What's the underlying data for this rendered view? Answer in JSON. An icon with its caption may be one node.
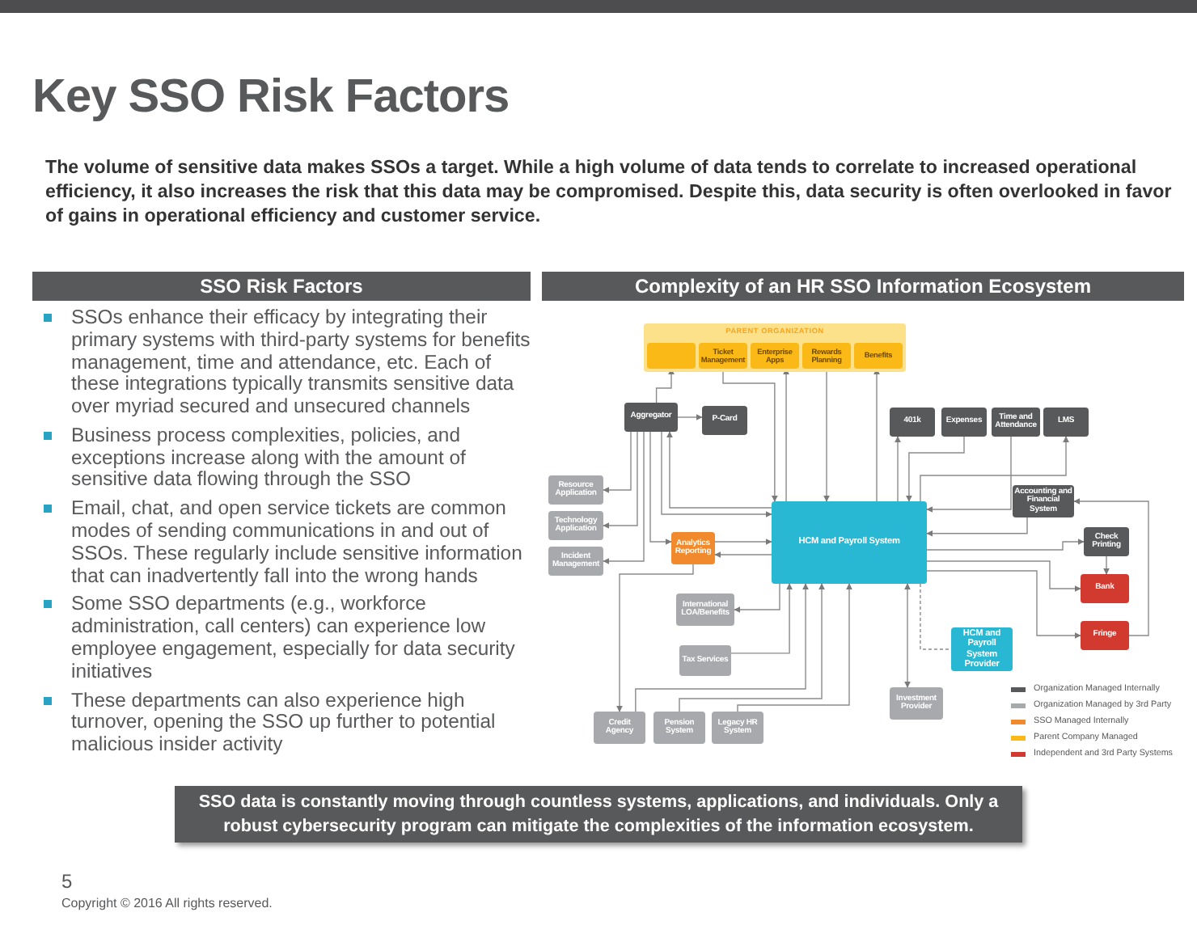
{
  "diagram": {
    "title": "Key SSO Risk Factors",
    "nodes": [
      {
        "text": [
          "PARENT ORGANIZATION"
        ]
      },
      {
        "text": [],
        "shape": "box",
        "in": 0
      },
      {
        "text": [
          "Ticket Management"
        ],
        "in": 0
      },
      {
        "text": [
          "Enterprise Apps"
        ],
        "in": 0
      },
      {
        "text": [
          "Rewards Planning"
        ],
        "in": 0
      },
      {
        "text": [
          "Benefits"
        ],
        "in": 0
      },
      {
        "text": [
          "Aggregator"
        ]
      },
      {
        "text": [
          "P-Card"
        ]
      },
      {
        "text": [
          "401k"
        ]
      },
      {
        "text": [
          "Expenses"
        ]
      },
      {
        "text": [
          "Time and Attendance"
        ]
      },
      {
        "text": [
          "LMS"
        ]
      },
      {
        "text": [
          "Resource Application"
        ]
      },
      {
        "text": [
          "Technology Application"
        ]
      },
      {
        "text": [
          "Incident Management"
        ]
      },
      {
        "text": [
          "Analytics Reporting"
        ]
      },
      {
        "text": [
          "HCM and Payroll System"
        ]
      },
      {
        "text": [
          "Accounting and Financial System"
        ]
      },
      {
        "text": [
          "Check Printing"
        ]
      },
      {
        "text": [
          "Bank"
        ]
      },
      {
        "text": [
          "International LOA/Benefits"
        ]
      },
      {
        "text": [
          "Tax Services"
        ]
      },
      {
        "text": [
          "HCM and Payroll System Provider"
        ]
      },
      {
        "text": [
          "Credit Agency"
        ]
      },
      {
        "text": [
          "Pension System"
        ]
      },
      {
        "text": [
          "Legacy HR System"
        ]
      },
      {
        "text": [
          "Investment Provider"
        ]
      },
      {
        "text": [
          "Fringe"
        ]
      }
    ],
    "edges": [
      {
        "from": 6,
        "to": 1,
        "arrow": "to"
      },
      {
        "from": 2,
        "to": 16,
        "arrow": "to"
      },
      {
        "from": 16,
        "to": 3,
        "arrow": "to"
      },
      {
        "from": 4,
        "to": 16,
        "arrow": "to"
      },
      {
        "from": 16,
        "to": 5,
        "arrow": "to"
      },
      {
        "from": 6,
        "to": 7,
        "arrow": "to"
      },
      {
        "from": 6,
        "to": 16,
        "arrow": "to"
      },
      {
        "from": 16,
        "to": 6,
        "arrow": "to"
      },
      {
        "from": 6,
        "to": 12,
        "arrow": "to"
      },
      {
        "from": 6,
        "to": 13,
        "arrow": "to"
      },
      {
        "from": 6,
        "to": 14,
        "arrow": "to"
      },
      {
        "from": 6,
        "to": 15,
        "arrow": "to"
      },
      {
        "from": 15,
        "to": 16,
        "arrow": "to"
      },
      {
        "from": 16,
        "to": 15,
        "arrow": "to"
      },
      {
        "from": 15,
        "to": 23,
        "arrow": "to"
      },
      {
        "from": 16,
        "to": 20,
        "arrow": "to"
      },
      {
        "from": 21,
        "to": 16,
        "arrow": "to"
      },
      {
        "from": 23,
        "to": 16,
        "arrow": "to"
      },
      {
        "from": 24,
        "to": 16,
        "arrow": "to"
      },
      {
        "from": 25,
        "to": 16,
        "arrow": "to"
      },
      {
        "from": 16,
        "to": 26,
        "arrow": "both"
      },
      {
        "from": 16,
        "to": 22,
        "arrow": "none",
        "style": "dashed"
      },
      {
        "from": 16,
        "to": 8,
        "arrow": "to"
      },
      {
        "from": 9,
        "to": 16,
        "arrow": "to"
      },
      {
        "from": 10,
        "to": 16,
        "arrow": "to"
      },
      {
        "from": 16,
        "to": 11,
        "arrow": "to"
      },
      {
        "from": 17,
        "to": 16,
        "arrow": "to"
      },
      {
        "from": 16,
        "to": 18,
        "arrow": "to"
      },
      {
        "from": 18,
        "to": 19,
        "arrow": "to"
      },
      {
        "from": 16,
        "to": 19,
        "arrow": "to"
      },
      {
        "from": 16,
        "to": 27,
        "arrow": "to"
      },
      {
        "from": 27,
        "to": 17,
        "arrow": "to"
      }
    ],
    "labels": [
      "The volume of sensitive data makes SSOs a target. While a high volume of data tends to correlate to increased operational efficiency, it also increases the risk that this data may be compromised. Despite this, data security is often overlooked in favor of gains in operational efficiency and customer service.",
      "SSO Risk Factors",
      "Complexity of an HR SSO Information Ecosystem",
      "SSOs enhance their efficacy by integrating their primary systems with third-party systems for benefits management, time and attendance, etc. Each of these integrations typically transmits sensitive data over myriad secured and unsecured channels",
      "Business process complexities, policies, and exceptions increase along with the amount of sensitive data flowing through the SSO",
      "Email, chat, and open service tickets are common modes of sending communications in and out of SSOs. These regularly include sensitive information that can inadvertently fall into the wrong hands",
      "Some SSO departments (e.g., workforce administration, call centers) can experience low employee engagement, especially for data security initiatives",
      "These departments can also experience high turnover, opening the SSO up further to potential malicious insider activity",
      "SSO data is constantly moving through countless systems, applications, and individuals. Only a robust cybersecurity program can mitigate the complexities of the information ecosystem.",
      "5",
      "Copyright © 2016 All rights reserved."
    ],
    "legend": [
      {
        "text": "Organization Managed Internally",
        "color": "#58595b"
      },
      {
        "text": "Organization Managed by 3rd Party",
        "color": "#a7a9ac"
      },
      {
        "text": "SSO Managed Internally",
        "color": "#f1892d"
      },
      {
        "text": "Parent Company Managed",
        "color": "#fbb917"
      },
      {
        "text": "Independent and 3rd Party Systems",
        "color": "#d2392f"
      }
    ]
  }
}
